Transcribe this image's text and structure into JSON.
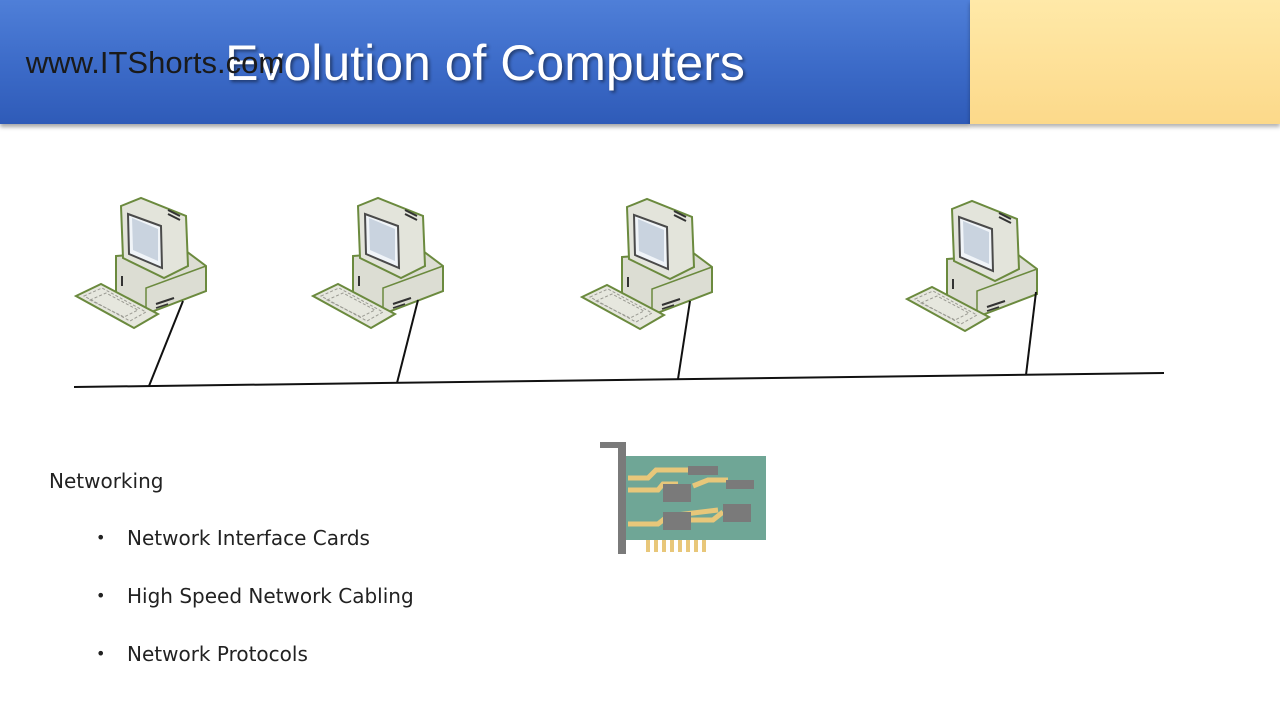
{
  "header": {
    "title": "Evolution of Computers",
    "website": "www.ITShorts.com"
  },
  "diagram": {
    "nodes": [
      {
        "label": "",
        "icon": "computer-icon"
      },
      {
        "label": "",
        "icon": "computer-icon"
      },
      {
        "label": "",
        "icon": "computer-icon"
      },
      {
        "label": "",
        "icon": "computer-icon"
      }
    ],
    "network_icon": "network-interface-card-icon"
  },
  "content": {
    "heading": "Networking",
    "bullets": [
      "Network Interface Cards",
      "High Speed Network Cabling",
      "Network Protocols"
    ]
  },
  "colors": {
    "title_bar": "#3d6cc9",
    "url_box": "#fcd98a",
    "computer_body": "#dfe0d8",
    "computer_outline": "#6b8a3e",
    "nic_board": "#6fa696",
    "nic_trace": "#e8c77a",
    "nic_chip": "#7a7a7a"
  }
}
